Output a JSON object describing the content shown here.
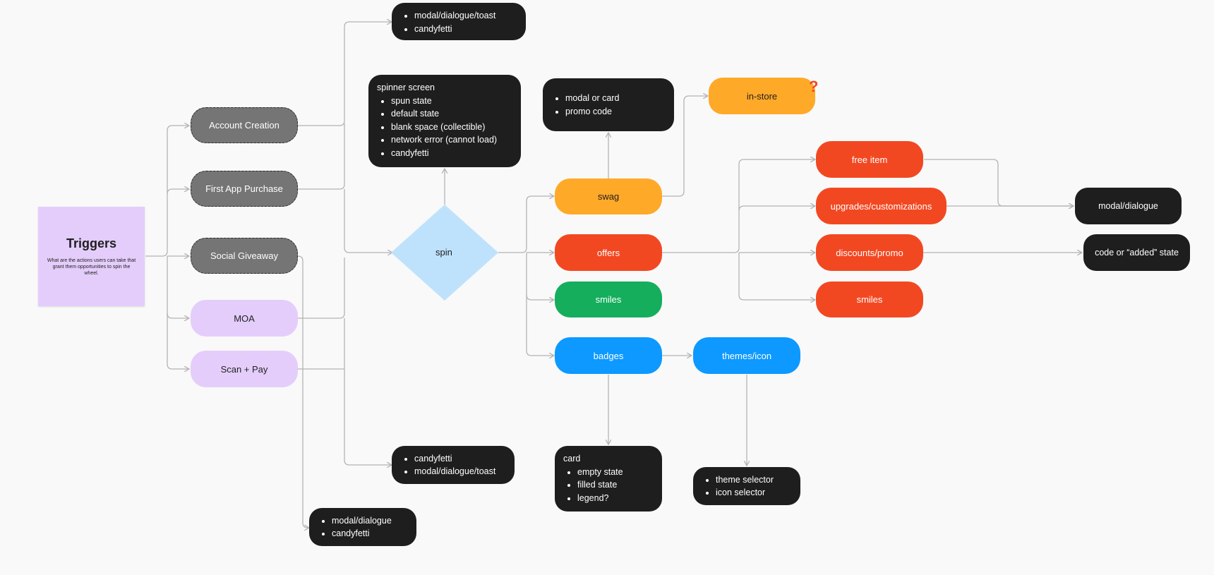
{
  "colors": {
    "background": "#f9f9f9",
    "dark": "#1e1e1e",
    "gray": "#757575",
    "lilac": "#e4cdfb",
    "orange": "#ffa929",
    "red": "#f24822",
    "green": "#14ae5c",
    "blue": "#0d99ff",
    "spin_diamond": "#bfe2fc",
    "edge": "#b3b3b3"
  },
  "sticky": {
    "title": "Triggers",
    "description": "What are the actions users can take that grant them opportunities to spin the wheel."
  },
  "triggers": {
    "account_creation": "Account Creation",
    "first_app_purchase": "First App Purchase",
    "social_giveaway": "Social Giveaway",
    "moa": "MOA",
    "scan_pay": "Scan + Pay"
  },
  "spin": {
    "label": "spin",
    "question_mark": "?"
  },
  "outcomes": {
    "swag": "swag",
    "offers": "offers",
    "smiles": "smiles",
    "badges": "badges",
    "in_store": "in-store",
    "themes_icon": "themes/icon"
  },
  "offers_children": {
    "free_item": "free item",
    "upgrades": "upgrades/customizations",
    "discounts": "discounts/promo",
    "smiles": "smiles"
  },
  "results": {
    "modal_dialogue": "modal/dialogue",
    "code_state": "code or “added” state"
  },
  "lists": {
    "top": {
      "items": [
        "modal/dialogue/toast",
        "candyfetti"
      ]
    },
    "spinner": {
      "heading": "spinner screen",
      "items": [
        "spun state",
        "default state",
        "blank space (collectible)",
        "network error (cannot load)",
        "candyfetti"
      ]
    },
    "swag_detail": {
      "items": [
        "modal or card",
        "promo code"
      ]
    },
    "bottom_mid": {
      "items": [
        "candyfetti",
        "modal/dialogue/toast"
      ]
    },
    "bottom_left": {
      "items": [
        "modal/dialogue",
        "candyfetti"
      ]
    },
    "card": {
      "heading": "card",
      "items": [
        "empty state",
        "filled state",
        "legend?"
      ]
    },
    "theme": {
      "items": [
        "theme selector",
        "icon selector"
      ]
    }
  }
}
